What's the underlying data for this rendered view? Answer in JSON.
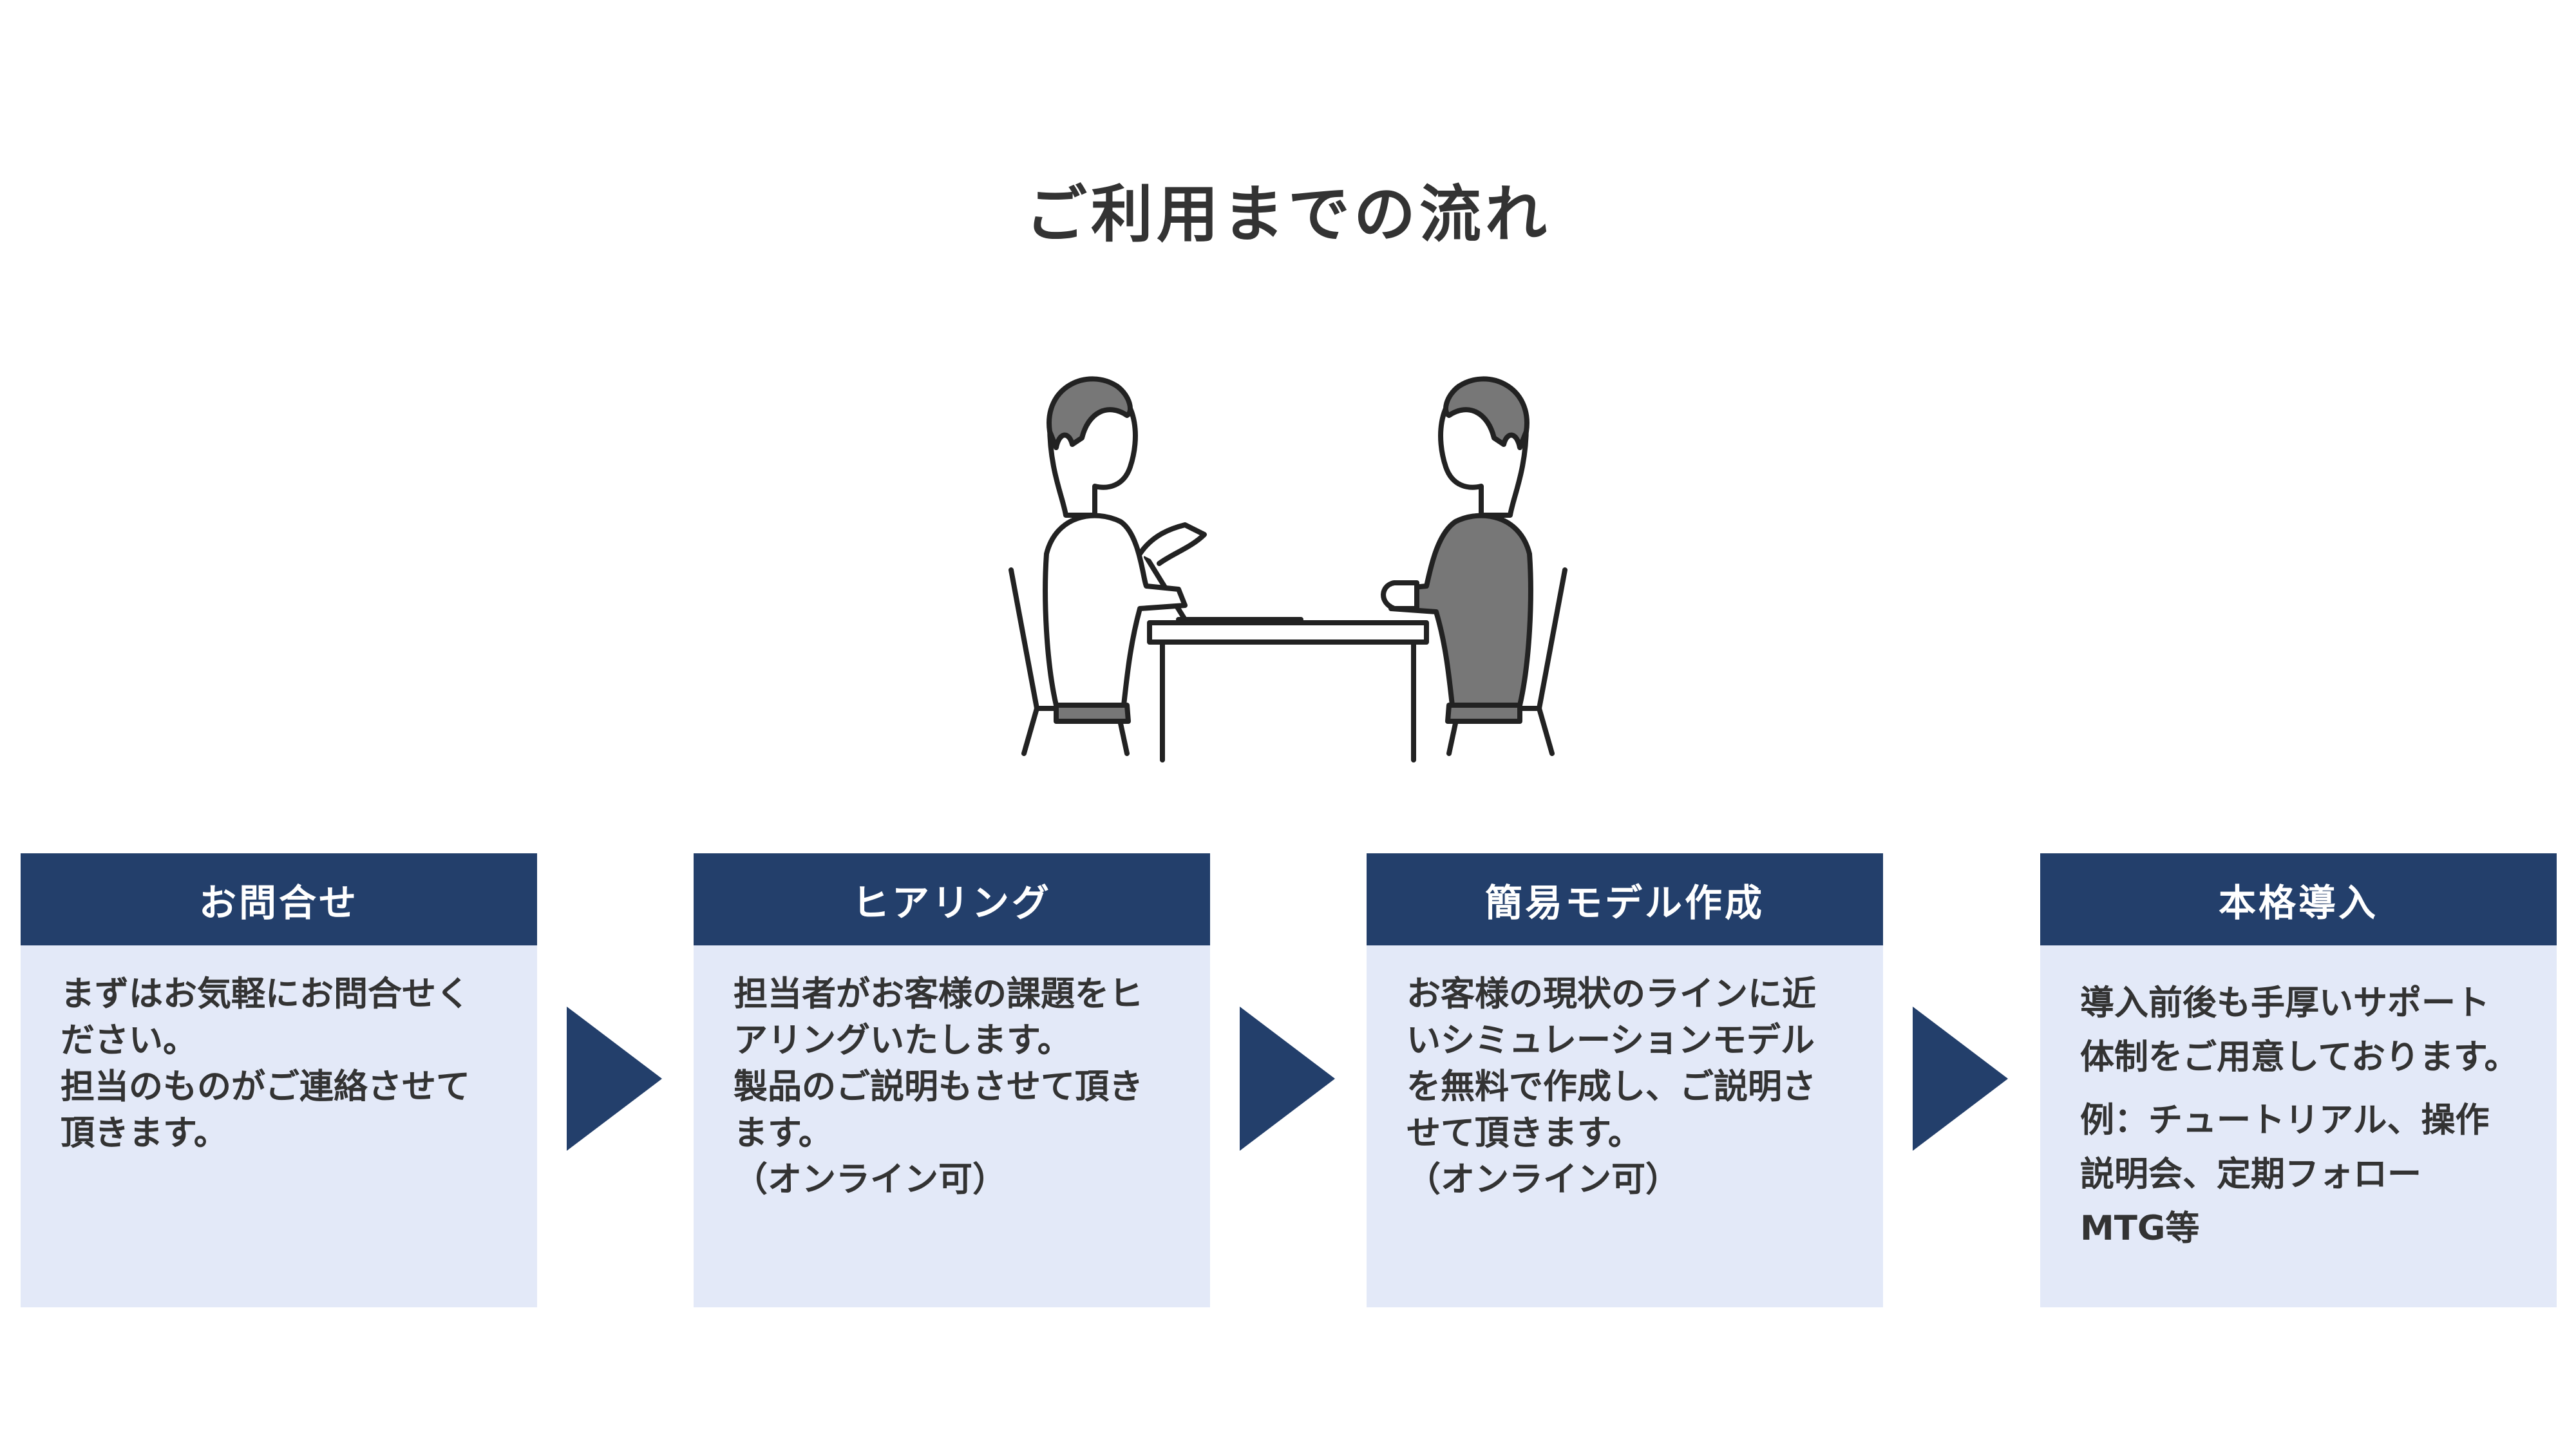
{
  "page": {
    "title": "ご利用までの流れ"
  },
  "colors": {
    "header_bg": "#233f6b",
    "card_bg": "#e3e9f8",
    "arrow": "#233f6b",
    "text": "#333333"
  },
  "illustration": {
    "icon": "meeting-illustration-icon"
  },
  "steps": [
    {
      "title": "お問合せ",
      "body": [
        "まずはお気軽にお問合せく\nださい。\n担当のものがご連絡させて\n頂きます。"
      ]
    },
    {
      "title": "ヒアリング",
      "body": [
        "担当者がお客様の課題をヒ\nアリングいたします。\n製品のご説明もさせて頂き\nます。\n（オンライン可）"
      ]
    },
    {
      "title": "簡易モデル作成",
      "body": [
        "お客様の現状のラインに近\nいシミュレーションモデル\nを無料で作成し、ご説明さ\nせて頂きます。\n（オンライン可）"
      ]
    },
    {
      "title": "本格導入",
      "body": [
        "導入前後も手厚いサポート\n体制をご用意しております。",
        "例：チュートリアル、操作\n説明会、定期フォロー\nMTG等"
      ]
    }
  ]
}
